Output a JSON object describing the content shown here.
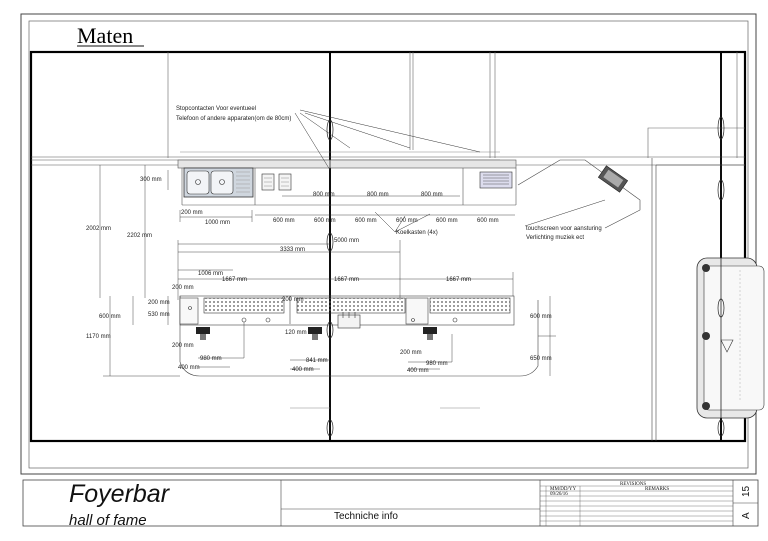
{
  "drawing": {
    "title": "Maten",
    "labels": {
      "sockets_line1": "Stopcontacten Voor eventueel",
      "sockets_line2": "Telefoon of andere apparaten(om de 80cm)",
      "coolers": "Koelkasten (4x)",
      "touch_line1": "touchscreen  voor aansturing",
      "touch_line2": "Verlichting muziek ect"
    },
    "dims": {
      "d300": "300 mm",
      "d1000": "1000 mm",
      "d200a": "200 mm",
      "d800a": "800 mm",
      "d800b": "800 mm",
      "d800c": "800 mm",
      "d600a": "600 mm",
      "d600b": "600 mm",
      "d600c": "600 mm",
      "d600d": "600 mm",
      "d600e": "600 mm",
      "d600f": "600 mm",
      "d2002": "2002 mm",
      "d2202": "2202 mm",
      "d5000": "5000 mm",
      "d3333": "3333 mm",
      "d1006": "1006 mm",
      "d1667a": "1667 mm",
      "d1667b": "1667 mm",
      "d1667c": "1667 mm",
      "d200b": "200 mm",
      "d200c": "200 mm",
      "d530": "530 mm",
      "d600g": "600 mm",
      "d1170": "1170 mm",
      "d200d": "200 mm",
      "d980a": "980 mm",
      "d400a": "400 mm",
      "d841": "841 mm",
      "d400b": "400 mm",
      "d200e": "200 mm",
      "d980b": "980 mm",
      "d400c": "400 mm",
      "d600h": "600 mm",
      "d650": "650 mm",
      "d200f": "200 mm",
      "d120": "120 mm"
    }
  },
  "titleblock": {
    "project": "Foyerbar",
    "subtitle": "hall of fame",
    "description": "Techniche info",
    "revisions_header": "REVISIONS",
    "col_date": "MM/DD/YY",
    "col_remarks": "REMARKS",
    "first_date": "09/26/16",
    "sheet_number": "15",
    "sheet_size": "A"
  }
}
